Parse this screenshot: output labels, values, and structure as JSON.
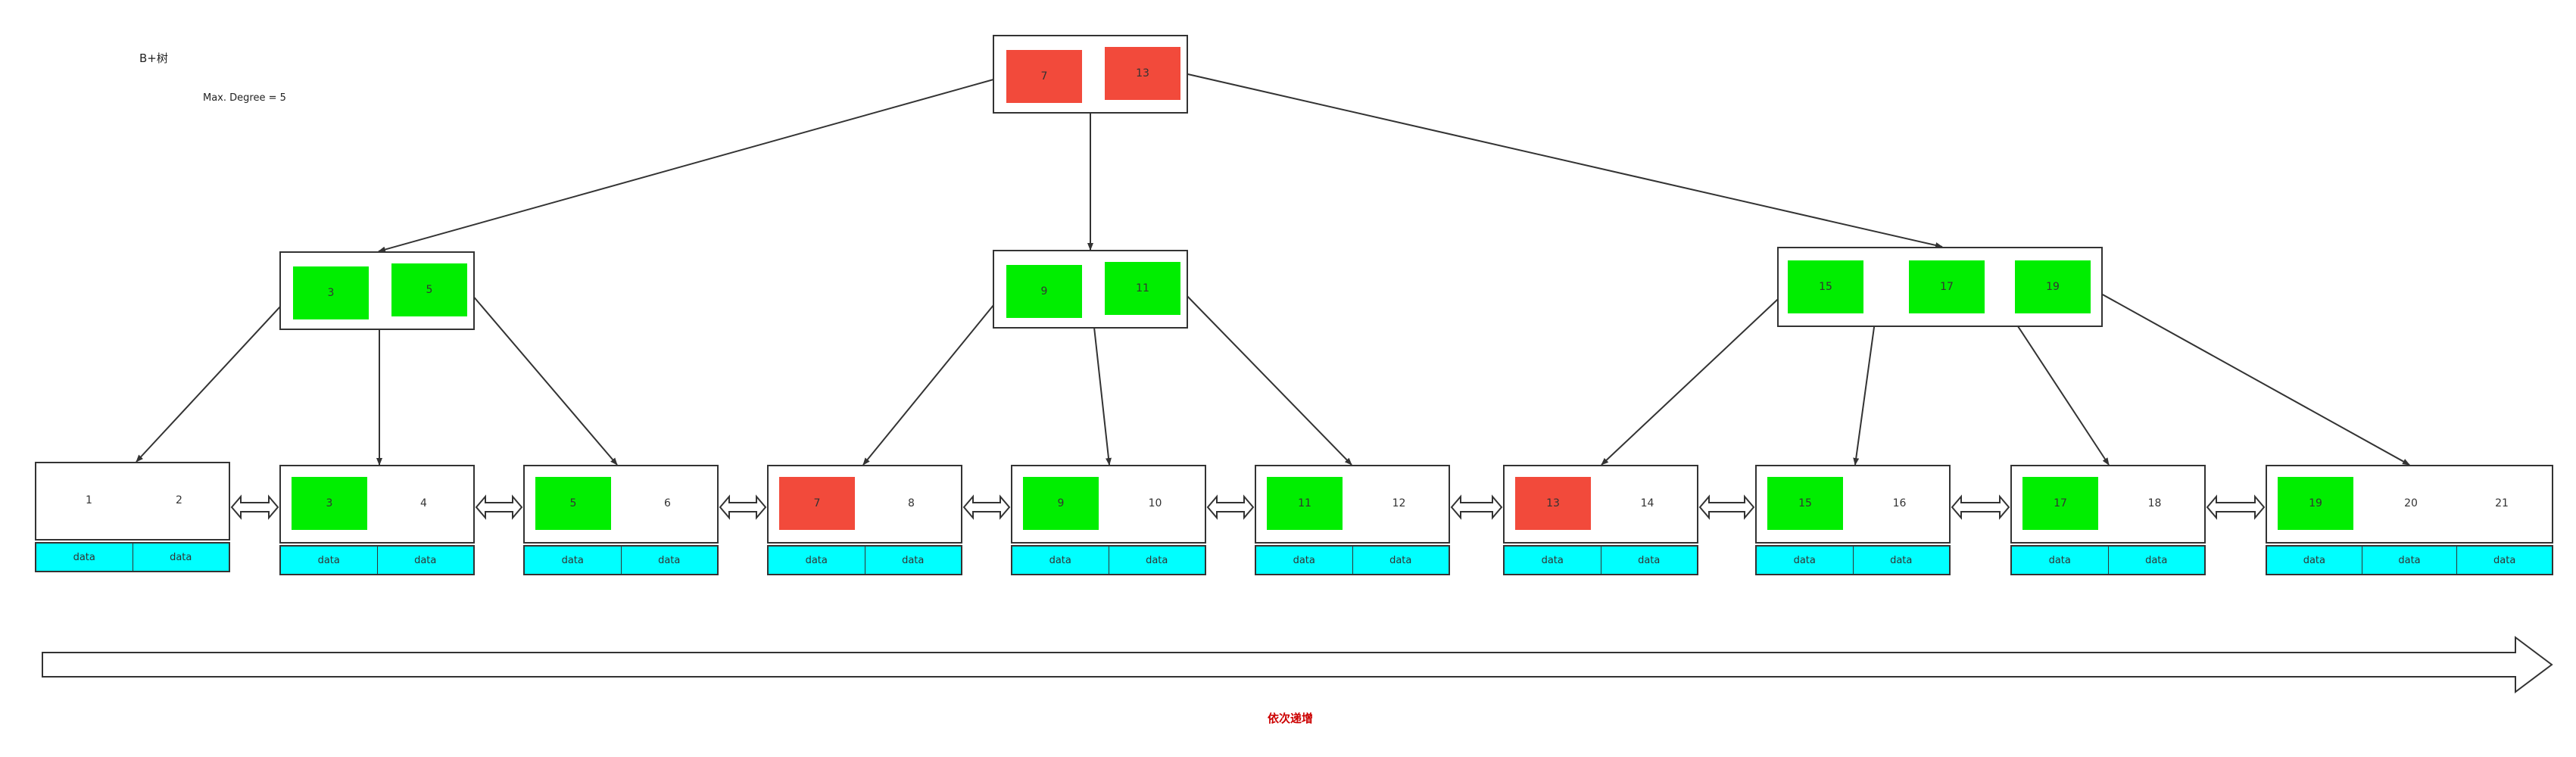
{
  "title": "B+树",
  "subtitle": "Max. Degree = 5",
  "footer_label": "依次递增",
  "colors": {
    "separator_key": "#00ee00",
    "highlight_key": "#f24a3b",
    "data_cell": "#00ffff",
    "footer": "#cc0000"
  },
  "root": {
    "keys": [
      {
        "value": "7",
        "color": "red"
      },
      {
        "value": "13",
        "color": "red"
      }
    ]
  },
  "internal": [
    {
      "keys": [
        {
          "value": "3",
          "color": "green"
        },
        {
          "value": "5",
          "color": "green"
        }
      ]
    },
    {
      "keys": [
        {
          "value": "9",
          "color": "green"
        },
        {
          "value": "11",
          "color": "green"
        }
      ]
    },
    {
      "keys": [
        {
          "value": "15",
          "color": "green"
        },
        {
          "value": "17",
          "color": "green"
        },
        {
          "value": "19",
          "color": "green"
        }
      ]
    }
  ],
  "leaves": [
    {
      "keys": [
        {
          "value": "1",
          "color": "plain"
        },
        {
          "value": "2",
          "color": "plain"
        }
      ],
      "data": [
        "data",
        "data"
      ]
    },
    {
      "keys": [
        {
          "value": "3",
          "color": "green"
        },
        {
          "value": "4",
          "color": "plain"
        }
      ],
      "data": [
        "data",
        "data"
      ]
    },
    {
      "keys": [
        {
          "value": "5",
          "color": "green"
        },
        {
          "value": "6",
          "color": "plain"
        }
      ],
      "data": [
        "data",
        "data"
      ]
    },
    {
      "keys": [
        {
          "value": "7",
          "color": "red"
        },
        {
          "value": "8",
          "color": "plain"
        }
      ],
      "data": [
        "data",
        "data"
      ]
    },
    {
      "keys": [
        {
          "value": "9",
          "color": "green"
        },
        {
          "value": "10",
          "color": "plain"
        }
      ],
      "data": [
        "data",
        "data"
      ]
    },
    {
      "keys": [
        {
          "value": "11",
          "color": "green"
        },
        {
          "value": "12",
          "color": "plain"
        }
      ],
      "data": [
        "data",
        "data"
      ]
    },
    {
      "keys": [
        {
          "value": "13",
          "color": "red"
        },
        {
          "value": "14",
          "color": "plain"
        }
      ],
      "data": [
        "data",
        "data"
      ]
    },
    {
      "keys": [
        {
          "value": "15",
          "color": "green"
        },
        {
          "value": "16",
          "color": "plain"
        }
      ],
      "data": [
        "data",
        "data"
      ]
    },
    {
      "keys": [
        {
          "value": "17",
          "color": "green"
        },
        {
          "value": "18",
          "color": "plain"
        }
      ],
      "data": [
        "data",
        "data"
      ]
    },
    {
      "keys": [
        {
          "value": "19",
          "color": "green"
        },
        {
          "value": "20",
          "color": "plain"
        },
        {
          "value": "21",
          "color": "plain"
        }
      ],
      "data": [
        "data",
        "data",
        "data"
      ]
    }
  ]
}
